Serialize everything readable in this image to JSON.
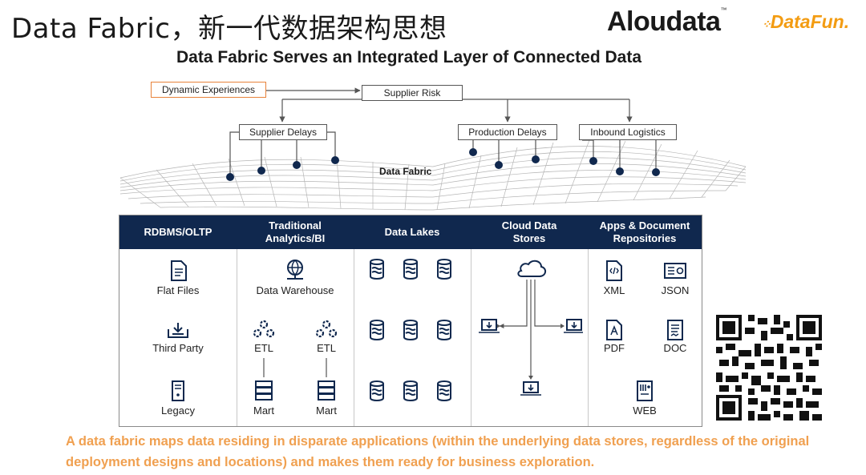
{
  "slide": {
    "title": "Data Fabric，新一代数据架构思想",
    "logo_aloudata": "Aloudata",
    "logo_aloudata_tm": "™",
    "logo_datafun": "DataFun."
  },
  "diagram": {
    "title": "Data Fabric Serves an Integrated Layer of Connected Data",
    "boxes": {
      "dynamic": "Dynamic Experiences",
      "supplier_risk": "Supplier Risk",
      "supplier_delays": "Supplier Delays",
      "production_delays": "Production Delays",
      "inbound_logistics": "Inbound Logistics"
    },
    "fabric_label": "Data Fabric",
    "accent_color": "#e8823a"
  },
  "table": {
    "header_color": "#10284e",
    "columns": [
      {
        "header": "RDBMS/OLTP",
        "items": [
          "Flat Files",
          "Third Party",
          "Legacy"
        ]
      },
      {
        "header_line1": "Traditional",
        "header_line2": "Analytics/BI",
        "items": [
          "Data Warehouse",
          "ETL",
          "ETL",
          "Mart",
          "Mart"
        ]
      },
      {
        "header": "Data Lakes"
      },
      {
        "header_line1": "Cloud Data",
        "header_line2": "Stores"
      },
      {
        "header_line1": "Apps & Document",
        "header_line2": "Repositories",
        "items": [
          "XML",
          "JSON",
          "PDF",
          "DOC",
          "WEB"
        ]
      }
    ]
  },
  "caption": {
    "text": "A data fabric maps data residing in disparate applications (within the underlying data stores, regardless of the original deployment designs and locations) and makes them ready for business exploration.",
    "color": "#f0a050"
  }
}
